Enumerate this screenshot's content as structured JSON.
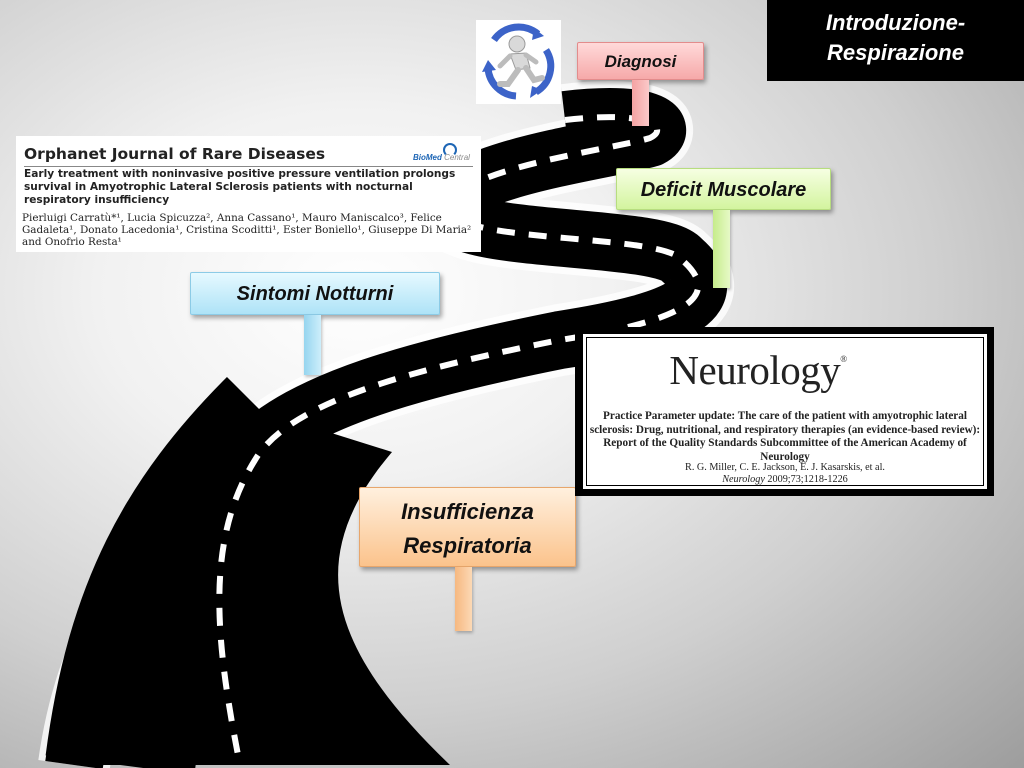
{
  "title": {
    "line1": "Introduzione-",
    "line2": "Respirazione"
  },
  "milestones": {
    "diagnosi": "Diagnosi",
    "deficit": "Deficit Muscolare",
    "sintomi": "Sintomi Notturni",
    "insufficienza_line1": "Insufficienza",
    "insufficienza_line2": "Respiratoria"
  },
  "colors": {
    "diagnosi": "#f6a9a9",
    "deficit": "#d3f49f",
    "sintomi": "#aee3f7",
    "insufficienza": "#fbc38c",
    "road": "#000000"
  },
  "icons": {
    "runner": "running-figure-cycle-icon"
  },
  "ojrd": {
    "journal": "Orphanet Journal of Rare Diseases",
    "publisher_a": "BioMed",
    "publisher_b": "Central",
    "article_title": "Early treatment with noninvasive positive pressure ventilation prolongs survival in Amyotrophic Lateral Sclerosis patients with nocturnal respiratory insufficiency",
    "authors": "Pierluigi Carratù*¹, Lucia Spicuzza², Anna Cassano¹, Mauro Maniscalco³, Felice Gadaleta¹, Donato Lacedonia¹, Cristina Scoditti¹, Ester Boniello¹, Giuseppe Di Maria² and Onofrio Resta¹"
  },
  "neurology": {
    "logo": "Neurology",
    "mark": "®",
    "title": "Practice Parameter update: The care of the patient with amyotrophic lateral sclerosis: Drug, nutritional, and respiratory therapies (an evidence-based review): Report of the Quality Standards Subcommittee of the American Academy of Neurology",
    "authors": "R. G. Miller, C. E. Jackson, E. J. Kasarskis, et al.",
    "journal": "Neurology",
    "citation": "2009;73;1218-1226"
  }
}
